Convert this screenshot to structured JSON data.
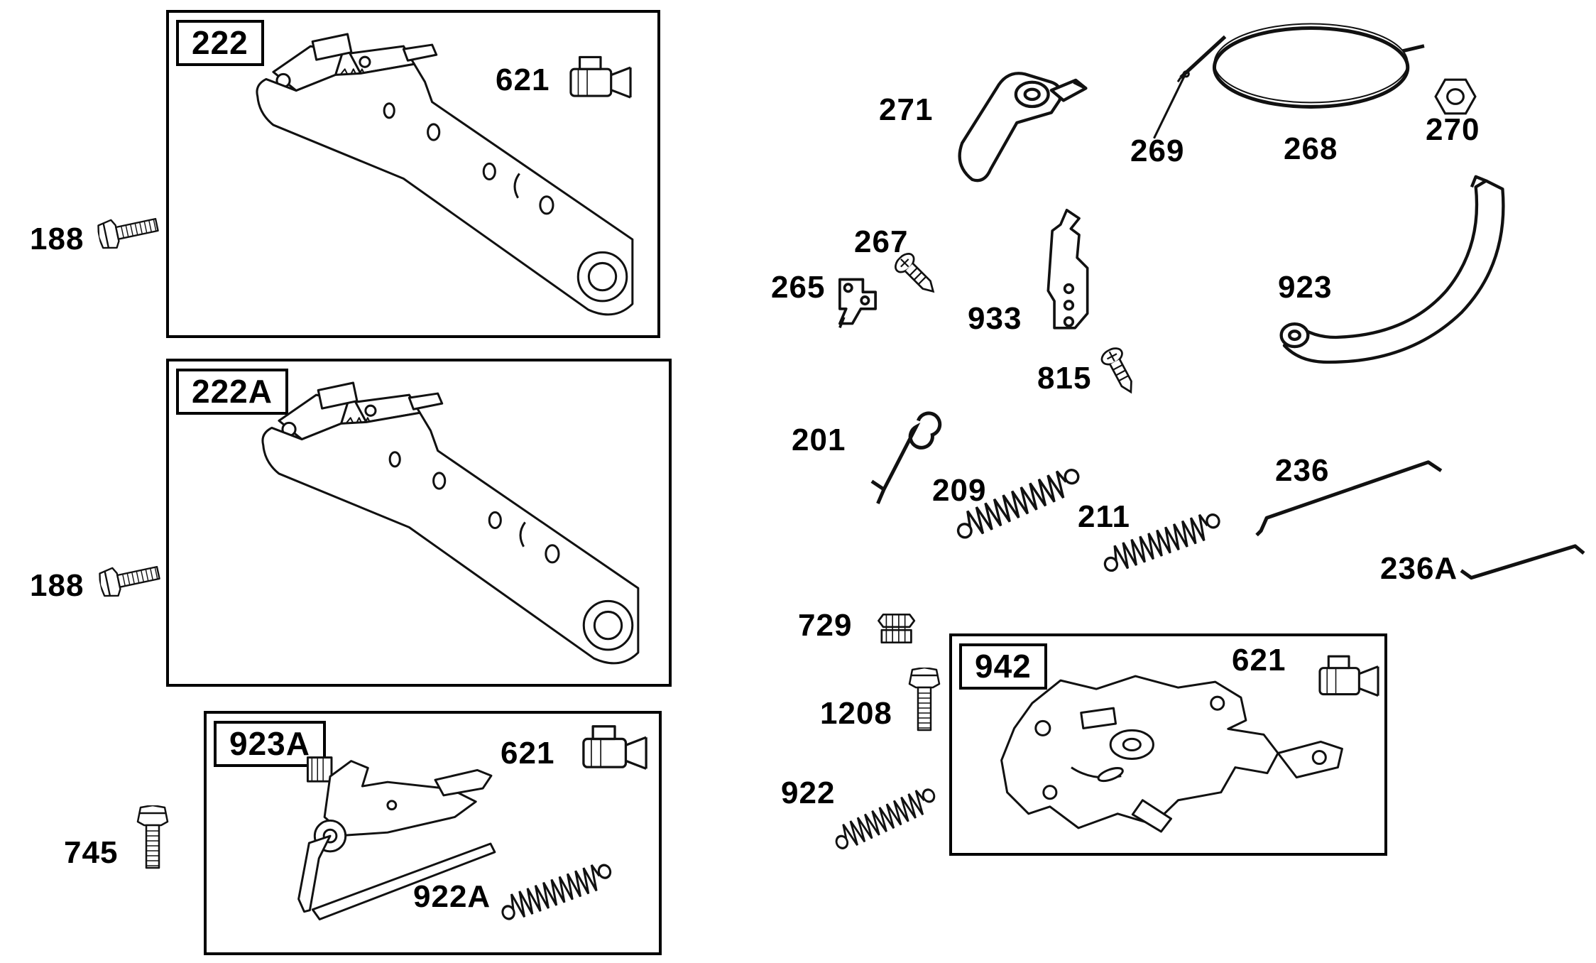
{
  "boxes": {
    "b222": {
      "label": "222"
    },
    "b222a": {
      "label": "222A"
    },
    "b923a": {
      "label": "923A"
    },
    "b942": {
      "label": "942"
    }
  },
  "labels": {
    "p188_top": "188",
    "p188_bottom": "188",
    "p621_a": "621",
    "p621_b": "621",
    "p621_c": "621",
    "p745": "745",
    "p922a": "922A",
    "p271": "271",
    "p269": "269",
    "p268": "268",
    "p270": "270",
    "p267": "267",
    "p265": "265",
    "p933": "933",
    "p815": "815",
    "p923": "923",
    "p201": "201",
    "p209": "209",
    "p211": "211",
    "p236": "236",
    "p236a": "236A",
    "p729": "729",
    "p1208": "1208",
    "p922": "922"
  },
  "part_drawings": {
    "188": "hex-bolt",
    "621": "cable-clamp",
    "745": "hex-bolt",
    "1208": "hex-bolt",
    "267": "screw",
    "815": "screw",
    "270": "hex-nut",
    "268": "cable-loop",
    "269": "cable-end",
    "271": "control-lever",
    "265": "small-bracket",
    "933": "vertical-bracket",
    "923": "brake-band",
    "201": "spring-link-wire",
    "209": "extension-spring",
    "211": "extension-spring",
    "922": "extension-spring",
    "922A": "extension-spring",
    "236": "link-rod",
    "236A": "link-rod",
    "729": "clamp",
    "222": "bracket-assembly",
    "222A": "bracket-assembly",
    "923A": "brake-assembly",
    "942": "control-bracket-assembly"
  },
  "colors": {
    "ink": "#111111",
    "background": "#ffffff"
  }
}
